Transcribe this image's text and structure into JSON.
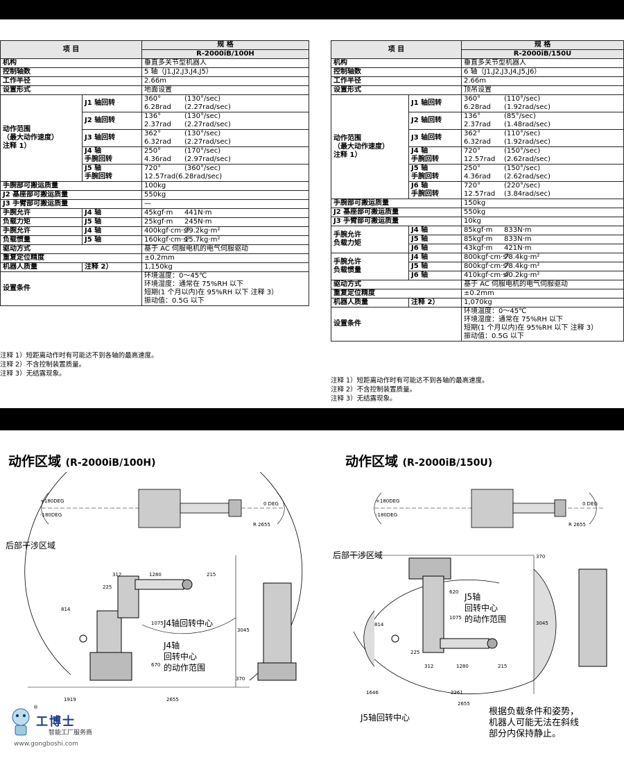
{
  "left": {
    "header": {
      "item": "项  目",
      "spec": "规  格",
      "model": "R-2000iB/100H"
    },
    "rows1": [
      {
        "label": "机构",
        "value": "垂直多关节型机器人"
      },
      {
        "label": "控制轴数",
        "value": "5 轴（J1,J2,J3,J4,J5）"
      },
      {
        "label": "工作半径",
        "value": "2.66m"
      },
      {
        "label": "设置形式",
        "value": "地面设置"
      }
    ],
    "range_label": [
      "动作范围",
      "（最大动作速度）",
      "注释 1）"
    ],
    "axes": [
      {
        "name": "J1 轴回转",
        "a": "360°",
        "b": "(130°/sec)",
        "c": "6.28rad",
        "d": "(2.27rad/sec)"
      },
      {
        "name": "J2 轴回转",
        "a": "136°",
        "b": "(130°/sec)",
        "c": "2.37rad",
        "d": "(2.27rad/sec)"
      },
      {
        "name": "J3 轴回转",
        "a": "362°",
        "b": "(130°/sec)",
        "c": "6.32rad",
        "d": "(2.27rad/sec)"
      },
      {
        "name": "J4 轴\n手腕回转",
        "a": "250°",
        "b": "(170°/sec)",
        "c": "4.36rad",
        "d": "(2.97rad/sec)"
      },
      {
        "name": "J5 轴\n手腕回转",
        "a": "720°",
        "b": "(360°/sec)",
        "c": "12.57rad(6.28rad/sec)",
        "d": ""
      }
    ],
    "payload": [
      {
        "label": "手腕部可搬运质量",
        "value": "100kg"
      },
      {
        "label": "J2 基座部可搬运质量",
        "value": "550kg"
      },
      {
        "label": "J3 手臂部可搬运质量",
        "value": "—"
      }
    ],
    "moment": [
      {
        "label": "手腕允许",
        "axis": "J4 轴",
        "v1": "45kgf·m",
        "v2": "441N·m"
      },
      {
        "label": "负载力矩",
        "axis": "J5 轴",
        "v1": "25kgf·m",
        "v2": "245N·m"
      }
    ],
    "inertia": [
      {
        "label": "手腕允许",
        "axis": "J4 轴",
        "v1": "400kgf·cm·s²",
        "v2": "39.2kg·m²"
      },
      {
        "label": "负载惯量",
        "axis": "J5 轴",
        "v1": "160kgf·cm·s²",
        "v2": "15.7kg·m²"
      }
    ],
    "rows2": [
      {
        "label": "驱动方式",
        "value": "基于 AC 伺服电机的电气伺服驱动"
      },
      {
        "label": "重复定位精度",
        "value": "±0.2mm"
      },
      {
        "label": "机器人质量",
        "note": "注释 2）",
        "value": "1,150kg"
      }
    ],
    "env": {
      "label": "设置条件",
      "lines": [
        "环境温度：0～45℃",
        "环境湿度：通常在 75%RH 以下",
        "短期(1 个月以内)在 95%RH 以下  注释 3）",
        "振动值：0.5G 以下"
      ]
    },
    "notes": [
      "注释 1）短距离动作时有可能达不到各轴的最高速度。",
      "注释 2）不含控制装置质量。",
      "注释 3）无结露现象。"
    ]
  },
  "right": {
    "header": {
      "item": "项  目",
      "spec": "规  格",
      "model": "R-2000iB/150U"
    },
    "rows1": [
      {
        "label": "机构",
        "value": "垂直多关节型机器人"
      },
      {
        "label": "控制轴数",
        "value": "6 轴（J1,J2,J3,J4,J5,J6）"
      },
      {
        "label": "工作半径",
        "value": "2.66m"
      },
      {
        "label": "设置形式",
        "value": "顶吊设置"
      }
    ],
    "range_label": [
      "动作范围",
      "（最大动作速度）",
      "注释 1）"
    ],
    "axes": [
      {
        "name": "J1 轴回转",
        "a": "360°",
        "b": "(110°/sec)",
        "c": "6.28rad",
        "d": "(1.92rad/sec)"
      },
      {
        "name": "J2 轴回转",
        "a": "136°",
        "b": "(85°/sec)",
        "c": "2.37rad",
        "d": "(1.48rad/sec)"
      },
      {
        "name": "J3 轴回转",
        "a": "362°",
        "b": "(110°/sec)",
        "c": "6.32rad",
        "d": "(1.92rad/sec)"
      },
      {
        "name": "J4 轴\n手腕回转",
        "a": "720°",
        "b": "(150°/sec)",
        "c": "12.57rad",
        "d": "(2.62rad/sec)"
      },
      {
        "name": "J5 轴\n手腕回转",
        "a": "250°",
        "b": "(150°/sec)",
        "c": "4.36rad",
        "d": "(2.62rad/sec)"
      },
      {
        "name": "J6 轴\n手腕回转",
        "a": "720°",
        "b": "(220°/sec)",
        "c": "12.57rad",
        "d": "(3.84rad/sec)"
      }
    ],
    "payload": [
      {
        "label": "手腕部可搬运质量",
        "value": "150kg"
      },
      {
        "label": "J2 基座部可搬运质量",
        "value": "550kg"
      },
      {
        "label": "J3 手臂部可搬运质量",
        "value": "10kg"
      }
    ],
    "moment_label": [
      "手腕允许",
      "负载力矩"
    ],
    "moment": [
      {
        "axis": "J4 轴",
        "v1": "85kgf·m",
        "v2": "833N·m"
      },
      {
        "axis": "J5 轴",
        "v1": "85kgf·m",
        "v2": "833N·m"
      },
      {
        "axis": "J6 轴",
        "v1": "43kgf·m",
        "v2": "421N·m"
      }
    ],
    "inertia_label": [
      "手腕允许",
      "负载惯量"
    ],
    "inertia": [
      {
        "axis": "J4 轴",
        "v1": "800kgf·cm·s²",
        "v2": "78.4kg·m²"
      },
      {
        "axis": "J5 轴",
        "v1": "800kgf·cm·s²",
        "v2": "78.4kg·m²"
      },
      {
        "axis": "J6 轴",
        "v1": "410kgf·cm·s²",
        "v2": "40.2kg·m²"
      }
    ],
    "rows2": [
      {
        "label": "驱动方式",
        "value": "基于 AC 伺服电机的电气伺服驱动"
      },
      {
        "label": "重复定位精度",
        "value": "±0.2mm"
      },
      {
        "label": "机器人质量",
        "note": "注释 2）",
        "value": "1,070kg"
      }
    ],
    "env": {
      "label": "设置条件",
      "lines": [
        "环境温度：0～45℃",
        "环境湿度：通常在 75%RH 以下",
        "短期(1 个月以内)在 95%RH 以下  注释 3）",
        "振动值：0.5G 以下"
      ]
    },
    "notes": [
      "注释 1）短距离动作时有可能达不到各轴的最高速度。",
      "注释 2）不含控制装置质量。",
      "注释 3）无结露现象。"
    ]
  },
  "diagram_left": {
    "title": "动作区域",
    "model": "(R-2000iB/100H)",
    "rear_zone": "后部干涉区域",
    "j4_center": "J4轴回转中心",
    "j4_range": [
      "J4轴",
      "回转中心",
      "的动作范围"
    ],
    "deg_a": "+180DEG",
    "deg_b": "-180DEG",
    "deg_c": "0 DEG",
    "radius": "R 2655",
    "dims": [
      "312",
      "1280",
      "215",
      "225",
      "1075",
      "670",
      "370",
      "3045",
      "814",
      "1919",
      "2655"
    ]
  },
  "diagram_right": {
    "title": "动作区域",
    "model": "(R-2000iB/150U)",
    "rear_zone": "后部干涉区域",
    "j5_range": [
      "J5轴",
      "回转中心",
      "的动作范围"
    ],
    "j5_center": "J5轴回转中心",
    "note": [
      "根据负载条件和姿势，",
      "机器人可能无法在斜线",
      "部分内保持静止。"
    ],
    "deg_a": "+180DEG",
    "deg_b": "-180DEG",
    "deg_c": "0 DEG",
    "radius": "R 2655",
    "dims": [
      "370",
      "620",
      "1075",
      "814",
      "225",
      "312",
      "1280",
      "215",
      "3045",
      "1646",
      "2261",
      "2655"
    ]
  },
  "logo": {
    "brand": "工博士",
    "sub": "智能工厂服务商",
    "url": "www.gongboshi.com",
    "mark": "®"
  }
}
